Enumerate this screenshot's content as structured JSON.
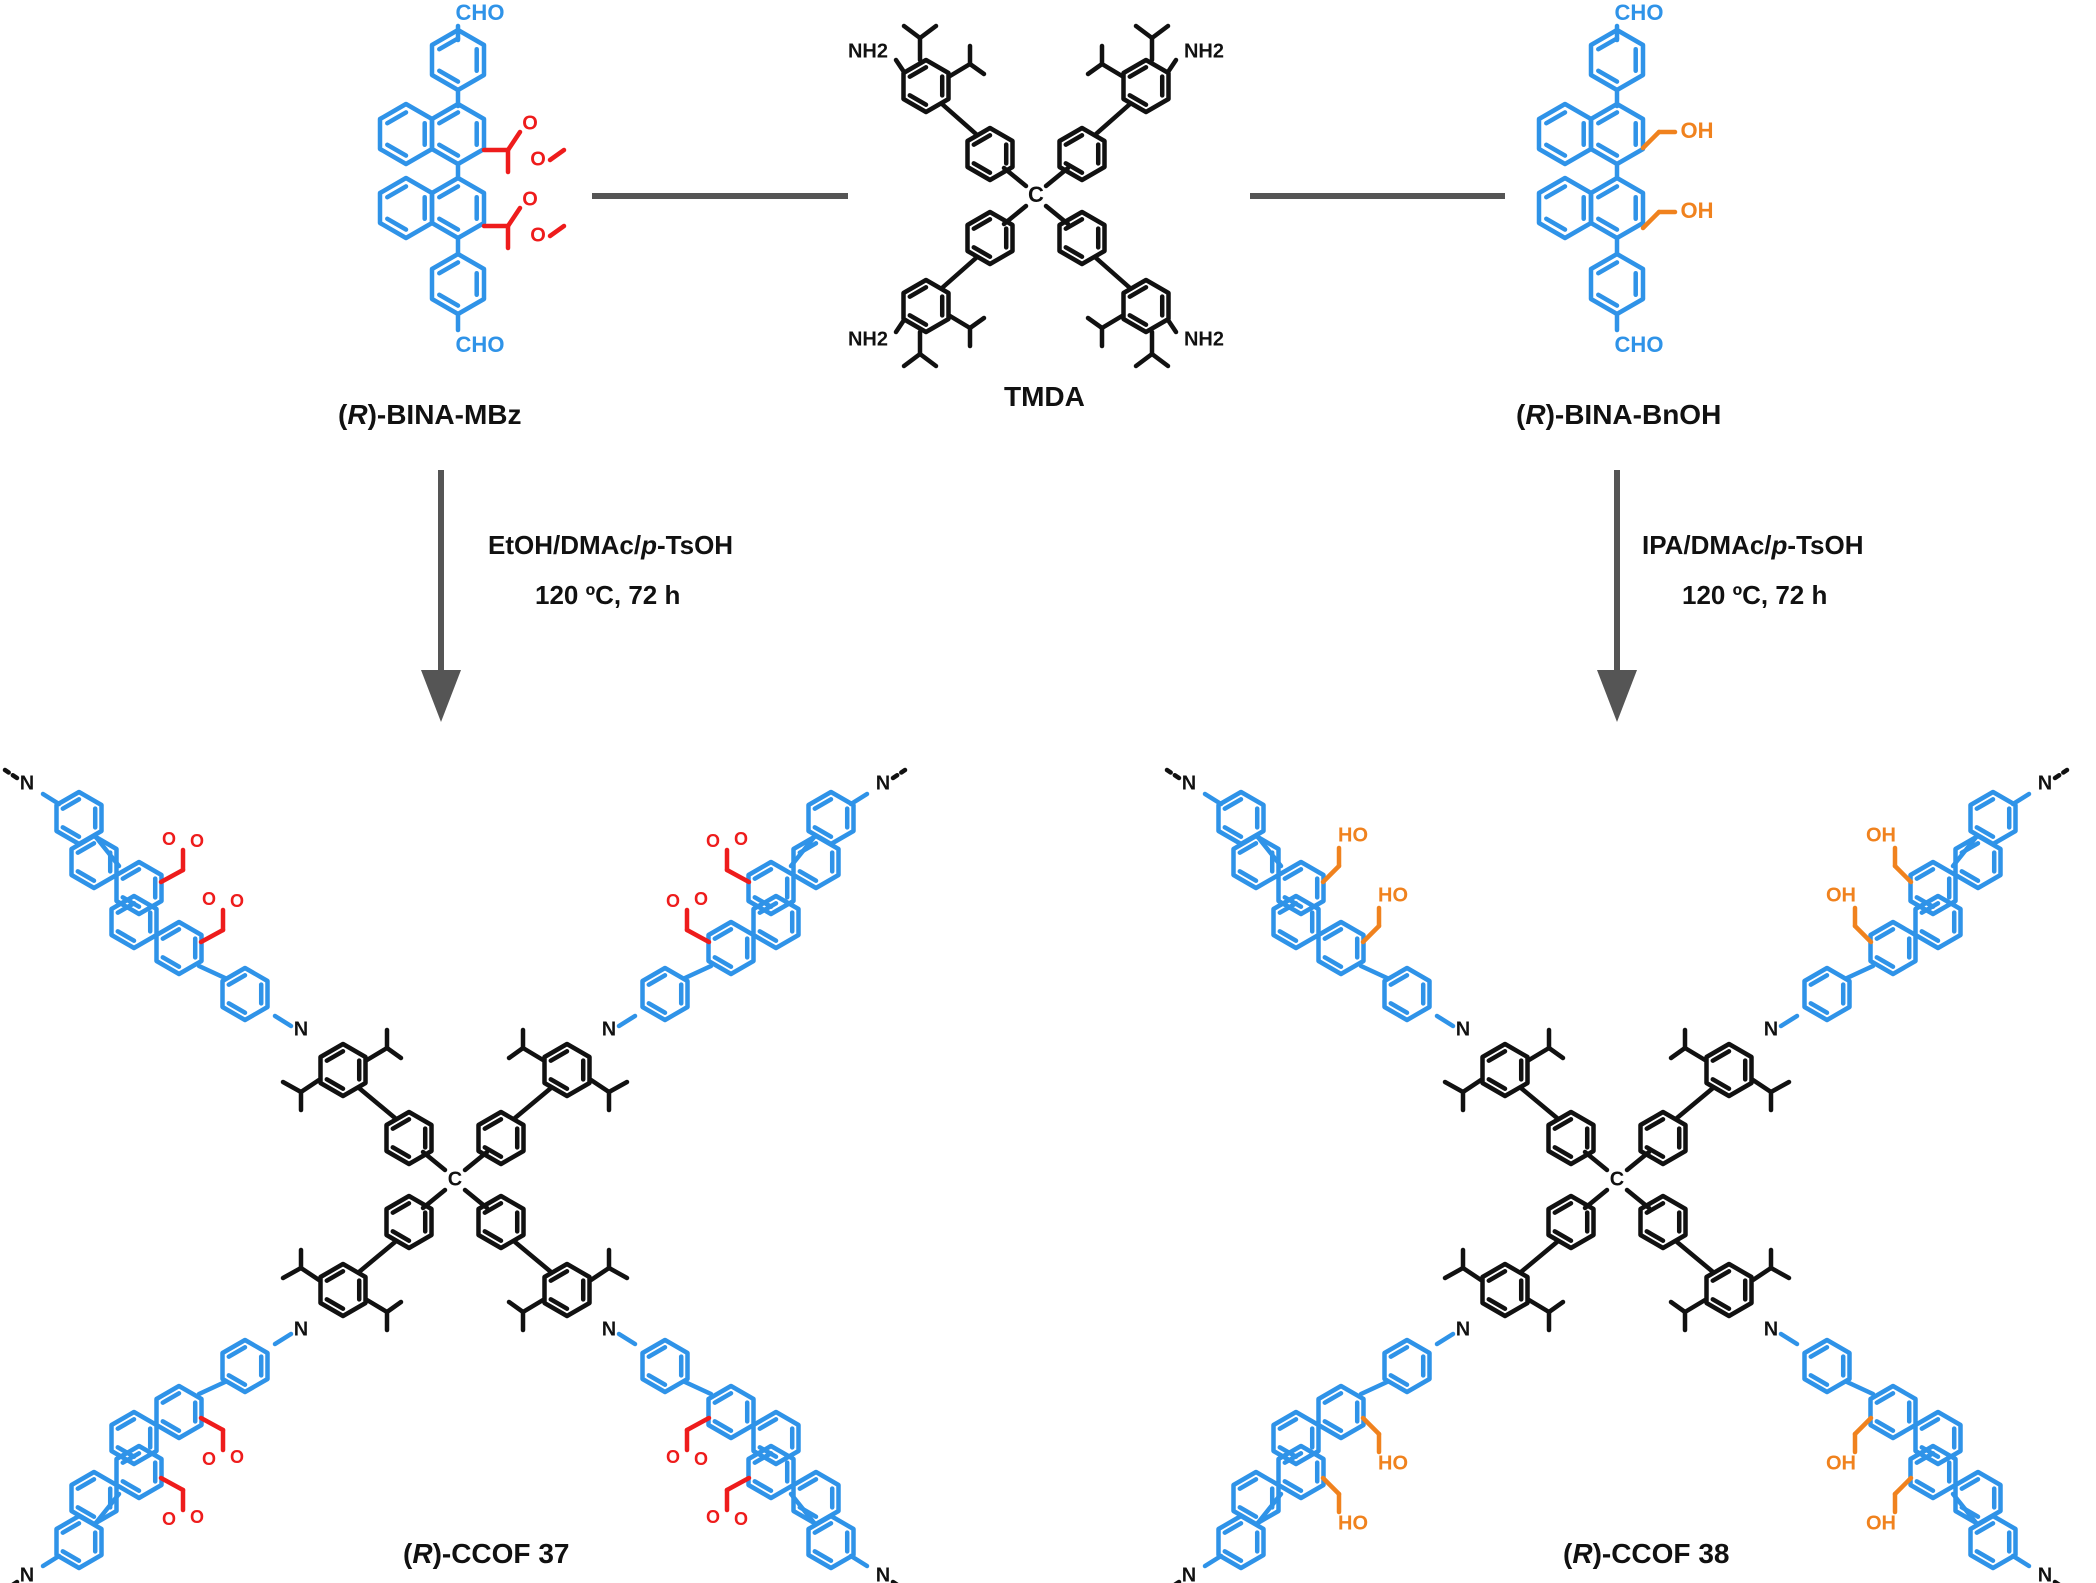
{
  "colors": {
    "backbone": "#111111",
    "aldehyde_core": "#2f93e8",
    "ester_group": "#ee1c1c",
    "hydroxyl_group": "#f0821e",
    "arrow": "#555555"
  },
  "monomers": {
    "left": {
      "prefix": "(",
      "italic": "R",
      "suffix": ")-BINA-MBz",
      "top_group": "CHO",
      "bottom_group": "CHO"
    },
    "center": {
      "name": "TMDA",
      "amine_label": "NH2",
      "center_atom": "C"
    },
    "right": {
      "prefix": "(",
      "italic": "R",
      "suffix": ")-BINA-BnOH",
      "top_group": "CHO",
      "bottom_group": "CHO",
      "side_group": "OH"
    }
  },
  "conditions": {
    "left": {
      "solvent_pre": "EtOH/DMAc/",
      "solvent_italic": "p",
      "solvent_post": "-TsOH",
      "temperature": "120 ºC, 72 h"
    },
    "right": {
      "solvent_pre": "IPA/DMAc/",
      "solvent_italic": "p",
      "solvent_post": "-TsOH",
      "temperature": "120 ºC, 72 h"
    }
  },
  "products": {
    "left": {
      "prefix": "(",
      "italic": "R",
      "suffix": ")-CCOF 37"
    },
    "right": {
      "prefix": "(",
      "italic": "R",
      "suffix": ")-CCOF 38"
    }
  },
  "atoms": {
    "imine_n": "N",
    "hydroxyl": "OH",
    "hydroxyl_rev": "HO",
    "oxygen": "O"
  }
}
